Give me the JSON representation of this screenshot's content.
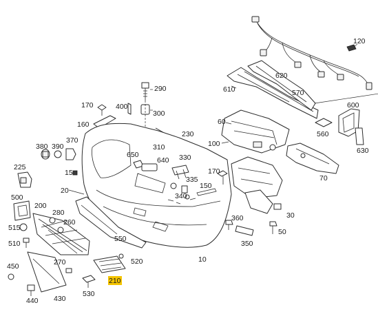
{
  "diagram": {
    "callouts": [
      {
        "id": "c120",
        "text": "120"
      },
      {
        "id": "c620",
        "text": "620"
      },
      {
        "id": "c610",
        "text": "610"
      },
      {
        "id": "c570",
        "text": "570"
      },
      {
        "id": "c290",
        "text": "290"
      },
      {
        "id": "c170a",
        "text": "170"
      },
      {
        "id": "c400",
        "text": "400"
      },
      {
        "id": "c300",
        "text": "300"
      },
      {
        "id": "c160",
        "text": "160"
      },
      {
        "id": "c600",
        "text": "600"
      },
      {
        "id": "c60",
        "text": "60"
      },
      {
        "id": "c560",
        "text": "560"
      },
      {
        "id": "c230",
        "text": "230"
      },
      {
        "id": "c380",
        "text": "380"
      },
      {
        "id": "c390",
        "text": "390"
      },
      {
        "id": "c370",
        "text": "370"
      },
      {
        "id": "c310",
        "text": "310"
      },
      {
        "id": "c100",
        "text": "100"
      },
      {
        "id": "c630",
        "text": "630"
      },
      {
        "id": "c650",
        "text": "650"
      },
      {
        "id": "c640",
        "text": "640"
      },
      {
        "id": "c330",
        "text": "330"
      },
      {
        "id": "c225",
        "text": "225"
      },
      {
        "id": "c15",
        "text": "15"
      },
      {
        "id": "c170b",
        "text": "170"
      },
      {
        "id": "c70",
        "text": "70"
      },
      {
        "id": "c335",
        "text": "335"
      },
      {
        "id": "c20",
        "text": "20"
      },
      {
        "id": "c150",
        "text": "150"
      },
      {
        "id": "c340",
        "text": "340"
      },
      {
        "id": "c500",
        "text": "500"
      },
      {
        "id": "c200",
        "text": "200"
      },
      {
        "id": "c280",
        "text": "280"
      },
      {
        "id": "c260",
        "text": "260"
      },
      {
        "id": "c30",
        "text": "30"
      },
      {
        "id": "c360",
        "text": "360"
      },
      {
        "id": "c515",
        "text": "515"
      },
      {
        "id": "c550",
        "text": "550"
      },
      {
        "id": "c50",
        "text": "50"
      },
      {
        "id": "c350",
        "text": "350"
      },
      {
        "id": "c510",
        "text": "510"
      },
      {
        "id": "c520",
        "text": "520"
      },
      {
        "id": "c10",
        "text": "10"
      },
      {
        "id": "c270",
        "text": "270"
      },
      {
        "id": "c450",
        "text": "450"
      },
      {
        "id": "c210",
        "text": "210",
        "highlighted": true
      },
      {
        "id": "c530",
        "text": "530"
      },
      {
        "id": "c440",
        "text": "440"
      },
      {
        "id": "c430",
        "text": "430"
      }
    ],
    "highlight_color": "#f4c400"
  }
}
